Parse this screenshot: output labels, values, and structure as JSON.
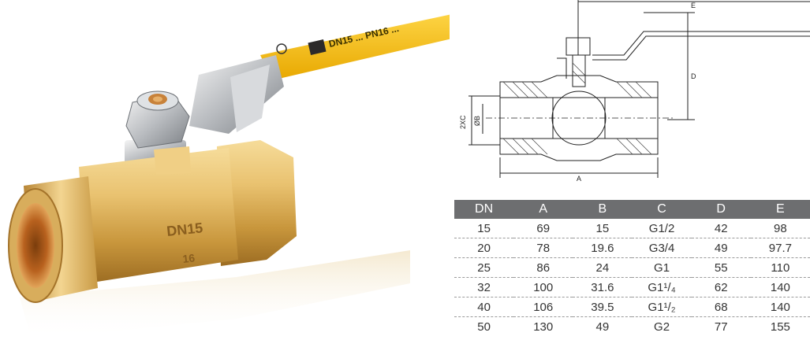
{
  "product": {
    "handle_marks": "DN15 ... PN16 ...",
    "body_mark_size": "DN15",
    "body_mark_pressure": "16"
  },
  "drawing": {
    "label_e": "E",
    "label_d": "D",
    "label_2xc": "2XC",
    "label_b": "ØB",
    "label_a": "A"
  },
  "table": {
    "headers": [
      "DN",
      "A",
      "B",
      "C",
      "D",
      "E"
    ],
    "rows": [
      [
        "15",
        "69",
        "15",
        "G1/2",
        "42",
        "98"
      ],
      [
        "20",
        "78",
        "19.6",
        "G3/4",
        "49",
        "97.7"
      ],
      [
        "25",
        "86",
        "24",
        "G1",
        "55",
        "110"
      ],
      [
        "32",
        "100",
        "31.6",
        "G1¹/₄",
        "62",
        "140"
      ],
      [
        "40",
        "106",
        "39.5",
        "G1¹/₂",
        "68",
        "140"
      ],
      [
        "50",
        "130",
        "49",
        "G2",
        "77",
        "155"
      ]
    ]
  }
}
